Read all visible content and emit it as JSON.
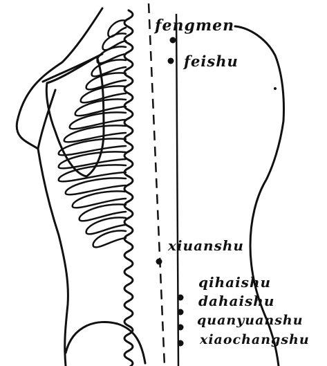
{
  "points": [
    {
      "key": "fengmen",
      "label": "fengmen"
    },
    {
      "key": "feishu",
      "label": "feishu"
    },
    {
      "key": "xinanshu",
      "label": "xiuanshu"
    },
    {
      "key": "qihaishu",
      "label": "qihaishu"
    },
    {
      "key": "dahaishu",
      "label": "dahaishu"
    },
    {
      "key": "guanyuanshu",
      "label": "quanyuanshu"
    },
    {
      "key": "xiaochangshu",
      "label": "xiaochangshu"
    }
  ],
  "colors": {
    "ink": "#111111",
    "background": "#ffffff"
  }
}
